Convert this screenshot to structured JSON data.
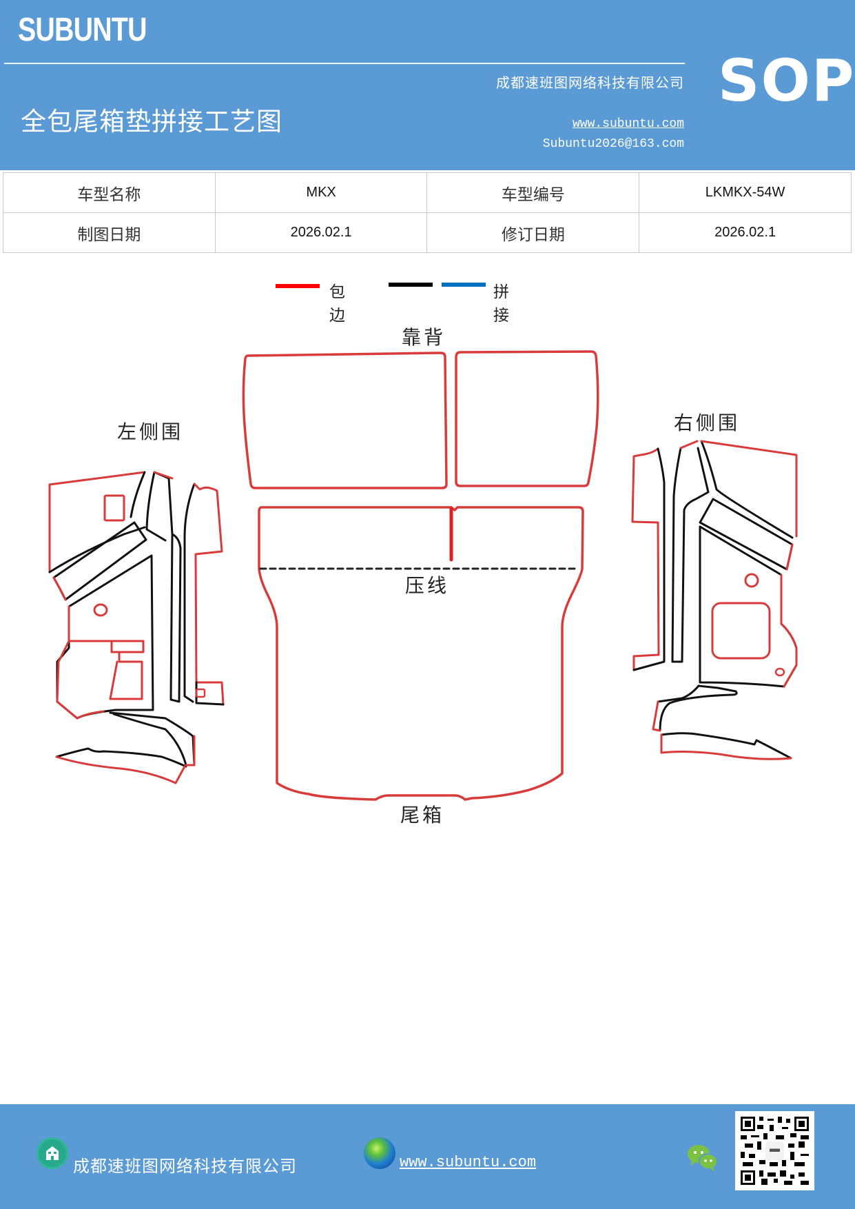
{
  "header": {
    "brand": "SUBUNTU",
    "doc_title": "全包尾箱垫拼接工艺图",
    "company": "成都速班图网络科技有限公司",
    "website": "www.subuntu.com",
    "email": "Subuntu2026@163.com",
    "badge": "SOP",
    "background_color": "#5b9bd5"
  },
  "info_table": {
    "rows": [
      [
        {
          "label": "车型名称",
          "value": "MKX"
        },
        {
          "label": "车型编号",
          "value": "LKMKX-54W"
        }
      ],
      [
        {
          "label": "制图日期",
          "value": "2026.02.1"
        },
        {
          "label": "修订日期",
          "value": "2026.02.1"
        }
      ]
    ]
  },
  "legend": {
    "items": [
      {
        "label": "包边",
        "color": "#ff0000"
      },
      {
        "label": "",
        "color": "#000000"
      },
      {
        "label": "拼接",
        "color": "#0070c0"
      }
    ]
  },
  "diagram": {
    "labels": {
      "backrest": "靠背",
      "left_side": "左侧围",
      "right_side": "右侧围",
      "press_line": "压线",
      "trunk": "尾箱"
    },
    "edge_color": "#d93a3a",
    "seam_color": "#111111"
  },
  "footer": {
    "company": "成都速班图网络科技有限公司",
    "website": "www.subuntu.com",
    "icons": [
      "building-icon",
      "globe-icon",
      "wechat-icon",
      "qr-code"
    ]
  }
}
